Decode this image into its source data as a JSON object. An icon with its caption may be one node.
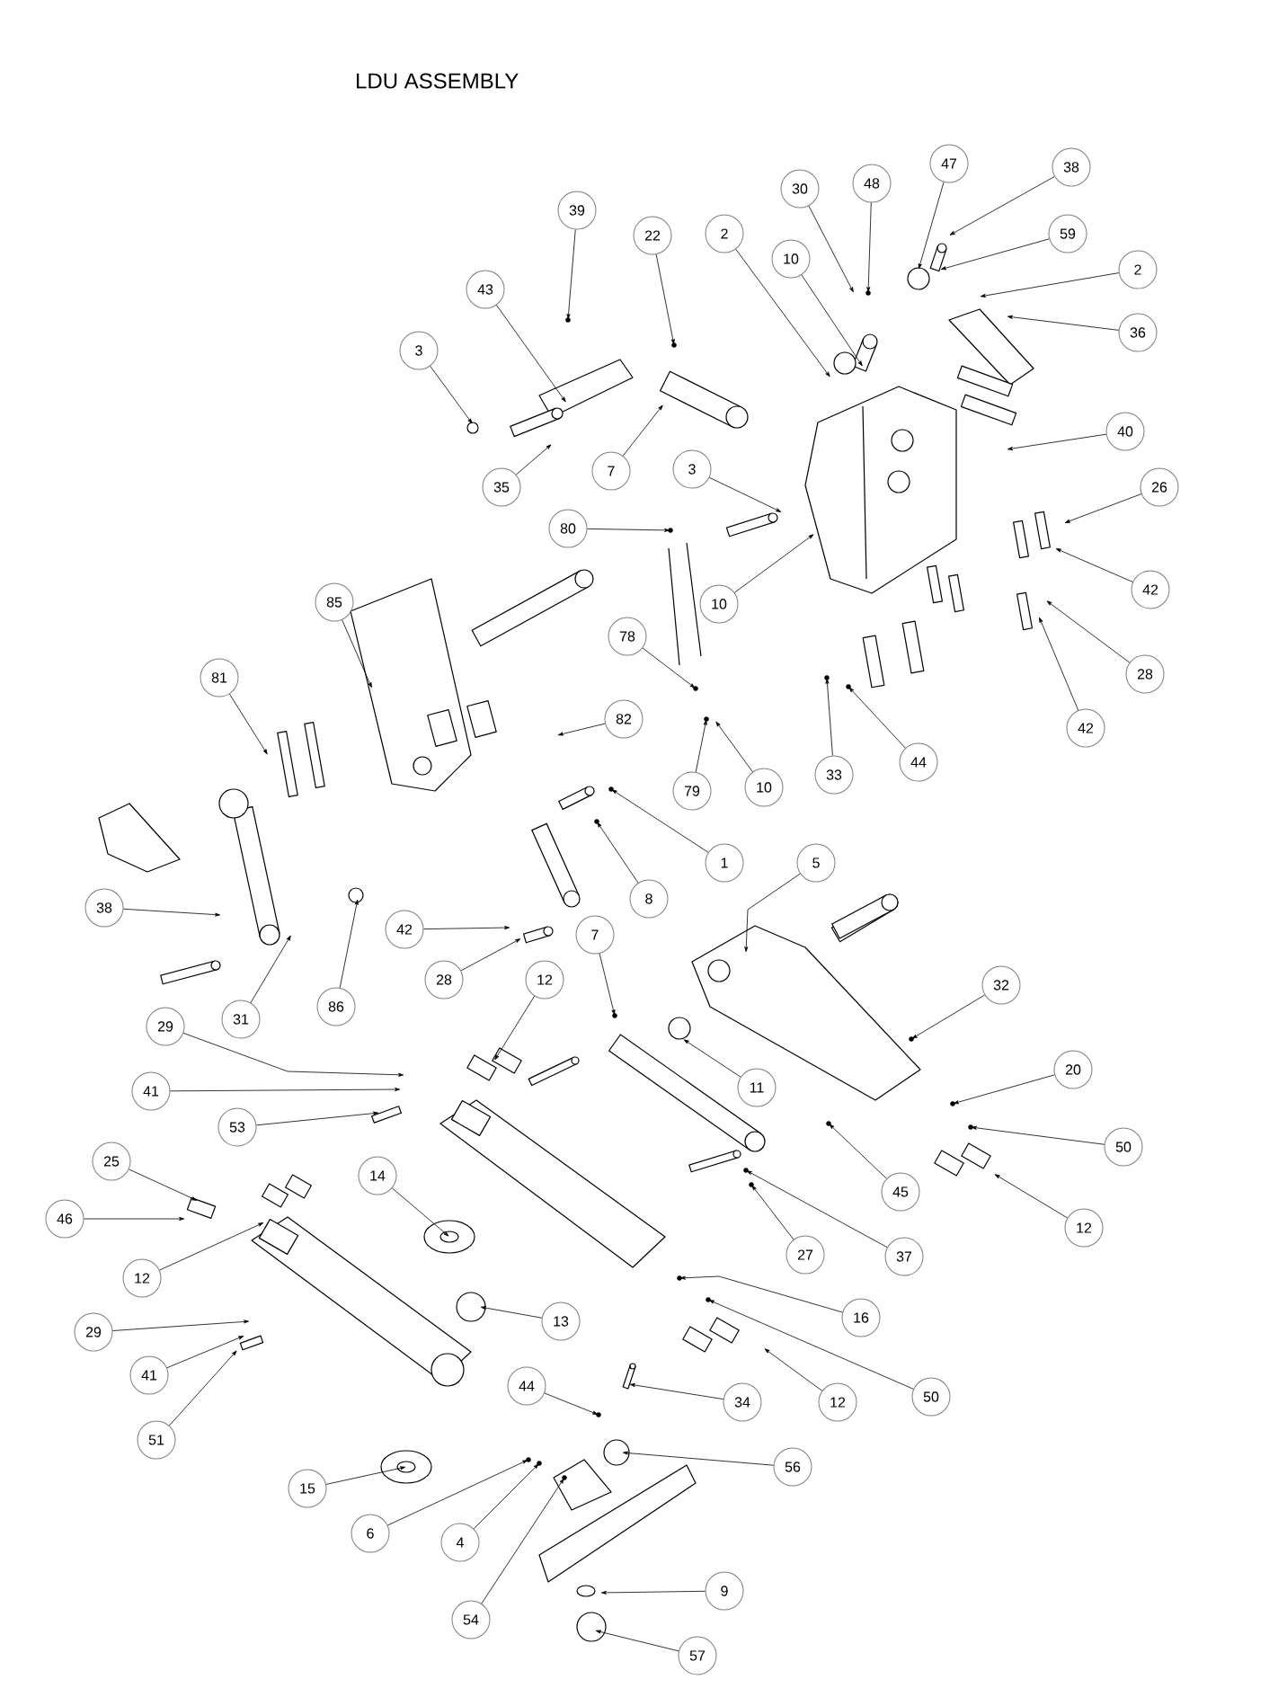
{
  "diagram": {
    "title": "LDU ASSEMBLY",
    "nodes": [
      {
        "text": [
          "39"
        ]
      },
      {
        "text": [
          "22"
        ]
      },
      {
        "text": [
          "2"
        ]
      },
      {
        "text": [
          "10"
        ]
      },
      {
        "text": [
          "30"
        ]
      },
      {
        "text": [
          "48"
        ]
      },
      {
        "text": [
          "47"
        ]
      },
      {
        "text": [
          "38"
        ]
      },
      {
        "text": [
          "59"
        ]
      },
      {
        "text": [
          "2"
        ]
      },
      {
        "text": [
          "36"
        ]
      },
      {
        "text": [
          "43"
        ]
      },
      {
        "text": [
          "3"
        ]
      },
      {
        "text": [
          "35"
        ]
      },
      {
        "text": [
          "7"
        ]
      },
      {
        "text": [
          "3"
        ]
      },
      {
        "text": [
          "40"
        ]
      },
      {
        "text": [
          "80"
        ]
      },
      {
        "text": [
          "10"
        ]
      },
      {
        "text": [
          "26"
        ]
      },
      {
        "text": [
          "42"
        ]
      },
      {
        "text": [
          "85"
        ]
      },
      {
        "text": [
          "81"
        ]
      },
      {
        "text": [
          "78"
        ]
      },
      {
        "text": [
          "82"
        ]
      },
      {
        "text": [
          "79"
        ]
      },
      {
        "text": [
          "10"
        ]
      },
      {
        "text": [
          "28"
        ]
      },
      {
        "text": [
          "42"
        ]
      },
      {
        "text": [
          "33"
        ]
      },
      {
        "text": [
          "44"
        ]
      },
      {
        "text": [
          "1"
        ]
      },
      {
        "text": [
          "8"
        ]
      },
      {
        "text": [
          "38"
        ]
      },
      {
        "text": [
          "31"
        ]
      },
      {
        "text": [
          "86"
        ]
      },
      {
        "text": [
          "42"
        ]
      },
      {
        "text": [
          "28"
        ]
      },
      {
        "text": [
          "5"
        ]
      },
      {
        "text": [
          "7"
        ]
      },
      {
        "text": [
          "12"
        ]
      },
      {
        "text": [
          "32"
        ]
      },
      {
        "text": [
          "11"
        ]
      },
      {
        "text": [
          "20"
        ]
      },
      {
        "text": [
          "50"
        ]
      },
      {
        "text": [
          "29"
        ]
      },
      {
        "text": [
          "41"
        ]
      },
      {
        "text": [
          "53"
        ]
      },
      {
        "text": [
          "25"
        ]
      },
      {
        "text": [
          "46"
        ]
      },
      {
        "text": [
          "14"
        ]
      },
      {
        "text": [
          "12"
        ]
      },
      {
        "text": [
          "45"
        ]
      },
      {
        "text": [
          "12"
        ]
      },
      {
        "text": [
          "27"
        ]
      },
      {
        "text": [
          "37"
        ]
      },
      {
        "text": [
          "13"
        ]
      },
      {
        "text": [
          "29"
        ]
      },
      {
        "text": [
          "16"
        ]
      },
      {
        "text": [
          "41"
        ]
      },
      {
        "text": [
          "51"
        ]
      },
      {
        "text": [
          "50"
        ]
      },
      {
        "text": [
          "34"
        ]
      },
      {
        "text": [
          "12"
        ]
      },
      {
        "text": [
          "44"
        ]
      },
      {
        "text": [
          "56"
        ]
      },
      {
        "text": [
          "15"
        ]
      },
      {
        "text": [
          "6"
        ]
      },
      {
        "text": [
          "4"
        ]
      },
      {
        "text": [
          "54"
        ]
      },
      {
        "text": [
          "9"
        ]
      },
      {
        "text": [
          "57"
        ]
      }
    ],
    "edges": [
      {
        "from": 0,
        "to": null,
        "arrow": "to"
      },
      {
        "from": 1,
        "to": null,
        "arrow": "to"
      },
      {
        "from": 2,
        "to": null,
        "arrow": "to"
      },
      {
        "from": 3,
        "to": null,
        "arrow": "to"
      },
      {
        "from": 4,
        "to": null,
        "arrow": "to"
      },
      {
        "from": 5,
        "to": null,
        "arrow": "to"
      },
      {
        "from": 6,
        "to": null,
        "arrow": "to"
      },
      {
        "from": 7,
        "to": null,
        "arrow": "to"
      },
      {
        "from": 8,
        "to": null,
        "arrow": "to"
      },
      {
        "from": 9,
        "to": null,
        "arrow": "to"
      },
      {
        "from": 10,
        "to": null,
        "arrow": "to"
      },
      {
        "from": 11,
        "to": null,
        "arrow": "to"
      },
      {
        "from": 12,
        "to": null,
        "arrow": "to"
      },
      {
        "from": 13,
        "to": null,
        "arrow": "to"
      },
      {
        "from": 14,
        "to": null,
        "arrow": "to"
      },
      {
        "from": 15,
        "to": null,
        "arrow": "to"
      },
      {
        "from": 16,
        "to": null,
        "arrow": "to"
      },
      {
        "from": 17,
        "to": null,
        "arrow": "to"
      },
      {
        "from": 18,
        "to": null,
        "arrow": "to"
      },
      {
        "from": 19,
        "to": null,
        "arrow": "to"
      },
      {
        "from": 20,
        "to": null,
        "arrow": "to"
      },
      {
        "from": 21,
        "to": null,
        "arrow": "to"
      },
      {
        "from": 22,
        "to": null,
        "arrow": "to"
      },
      {
        "from": 23,
        "to": null,
        "arrow": "to"
      },
      {
        "from": 24,
        "to": null,
        "arrow": "to"
      },
      {
        "from": 25,
        "to": null,
        "arrow": "to"
      },
      {
        "from": 26,
        "to": null,
        "arrow": "to"
      },
      {
        "from": 27,
        "to": null,
        "arrow": "to"
      },
      {
        "from": 28,
        "to": null,
        "arrow": "to"
      },
      {
        "from": 29,
        "to": null,
        "arrow": "to"
      },
      {
        "from": 30,
        "to": null,
        "arrow": "to"
      },
      {
        "from": 31,
        "to": null,
        "arrow": "to"
      },
      {
        "from": 32,
        "to": null,
        "arrow": "to"
      },
      {
        "from": 33,
        "to": null,
        "arrow": "to"
      },
      {
        "from": 34,
        "to": null,
        "arrow": "to"
      },
      {
        "from": 35,
        "to": null,
        "arrow": "to"
      },
      {
        "from": 36,
        "to": null,
        "arrow": "to"
      },
      {
        "from": 37,
        "to": null,
        "arrow": "to"
      },
      {
        "from": 38,
        "to": null,
        "arrow": "to"
      },
      {
        "from": 39,
        "to": null,
        "arrow": "to"
      },
      {
        "from": 40,
        "to": null,
        "arrow": "to"
      },
      {
        "from": 41,
        "to": null,
        "arrow": "to"
      },
      {
        "from": 42,
        "to": null,
        "arrow": "to"
      },
      {
        "from": 43,
        "to": null,
        "arrow": "to"
      },
      {
        "from": 44,
        "to": null,
        "arrow": "to"
      },
      {
        "from": 45,
        "to": null,
        "arrow": "to"
      },
      {
        "from": 46,
        "to": null,
        "arrow": "to"
      },
      {
        "from": 47,
        "to": null,
        "arrow": "to"
      },
      {
        "from": 48,
        "to": null,
        "arrow": "to"
      },
      {
        "from": 49,
        "to": null,
        "arrow": "to"
      },
      {
        "from": 50,
        "to": null,
        "arrow": "to"
      },
      {
        "from": 51,
        "to": null,
        "arrow": "to"
      },
      {
        "from": 52,
        "to": null,
        "arrow": "to"
      },
      {
        "from": 53,
        "to": null,
        "arrow": "to"
      },
      {
        "from": 54,
        "to": null,
        "arrow": "to"
      },
      {
        "from": 55,
        "to": null,
        "arrow": "to"
      },
      {
        "from": 56,
        "to": null,
        "arrow": "to"
      },
      {
        "from": 57,
        "to": null,
        "arrow": "to"
      },
      {
        "from": 58,
        "to": null,
        "arrow": "to"
      },
      {
        "from": 59,
        "to": null,
        "arrow": "to"
      },
      {
        "from": 60,
        "to": null,
        "arrow": "to"
      },
      {
        "from": 61,
        "to": null,
        "arrow": "to"
      },
      {
        "from": 62,
        "to": null,
        "arrow": "to"
      },
      {
        "from": 63,
        "to": null,
        "arrow": "to"
      },
      {
        "from": 64,
        "to": null,
        "arrow": "to"
      },
      {
        "from": 65,
        "to": null,
        "arrow": "to"
      },
      {
        "from": 66,
        "to": null,
        "arrow": "to"
      },
      {
        "from": 67,
        "to": null,
        "arrow": "to"
      },
      {
        "from": 68,
        "to": null,
        "arrow": "to"
      },
      {
        "from": 69,
        "to": null,
        "arrow": "to"
      },
      {
        "from": 70,
        "to": null,
        "arrow": "to"
      },
      {
        "from": 71,
        "to": null,
        "arrow": "to"
      }
    ]
  }
}
